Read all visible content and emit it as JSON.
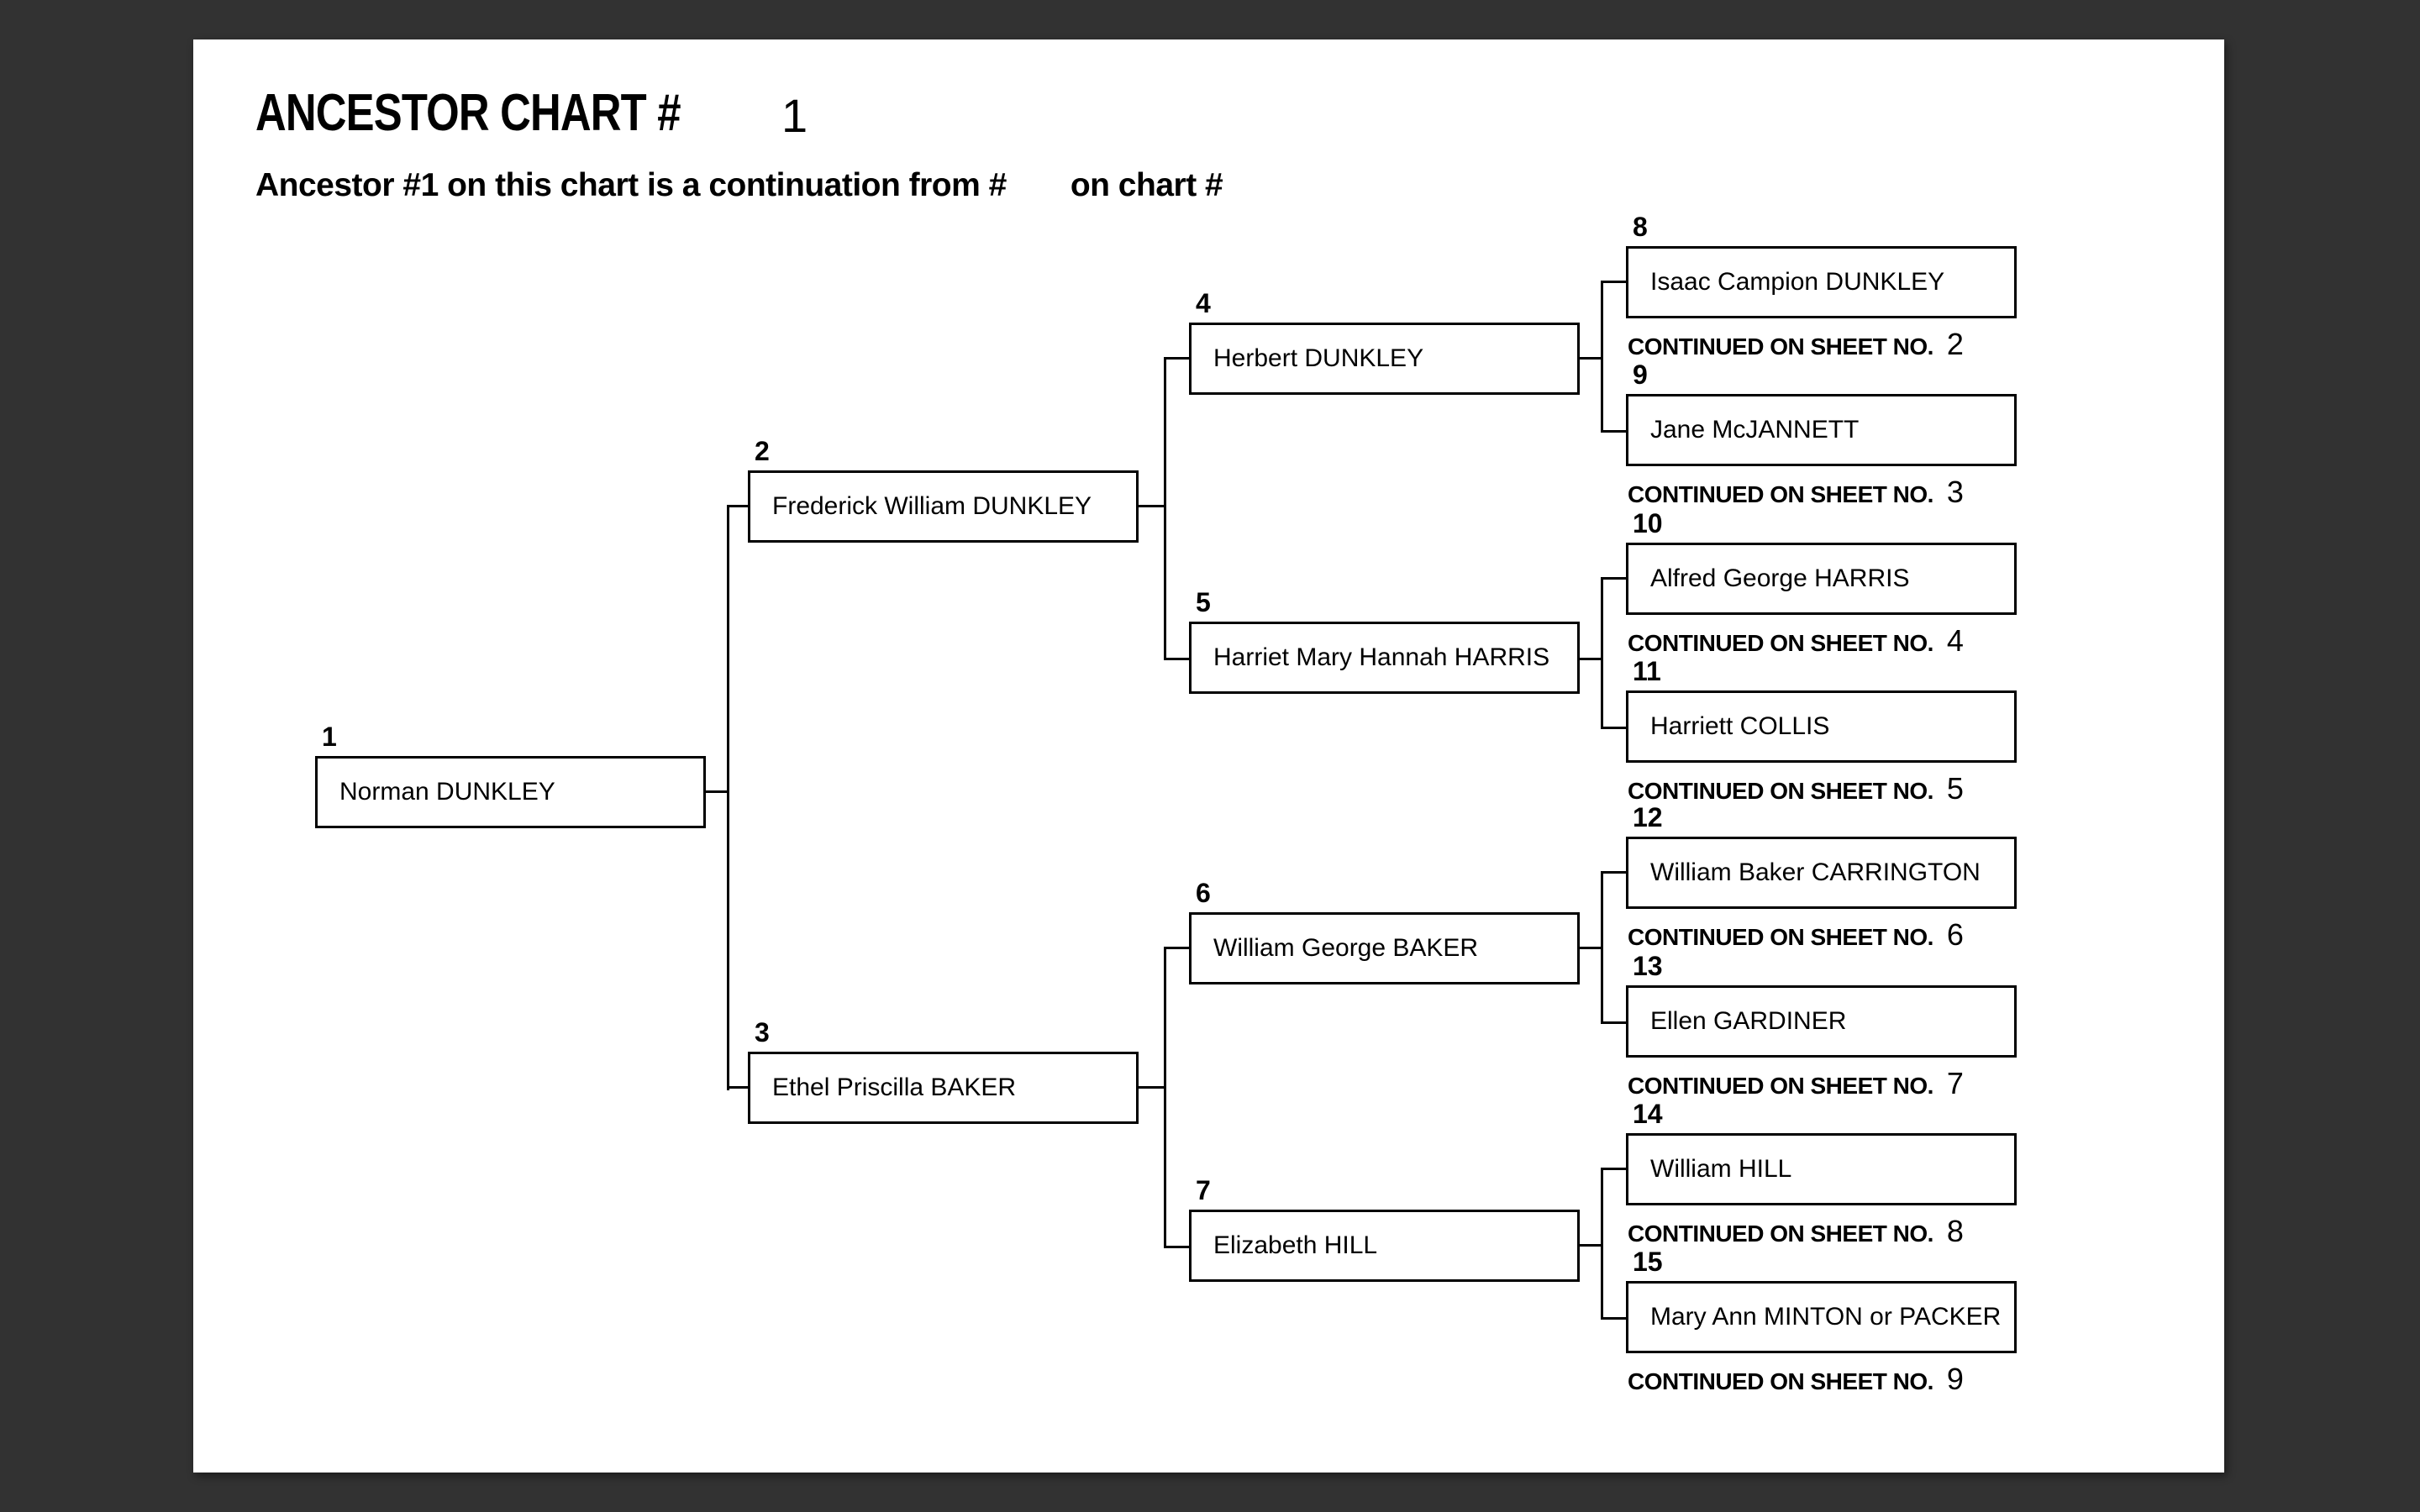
{
  "colors": {
    "backdrop": "#323232",
    "paper": "#ffffff",
    "ink": "#000000"
  },
  "header": {
    "title_label": "ANCESTOR CHART #",
    "chart_number": "1",
    "subtitle_before_gap": "Ancestor #1 on this chart is a continuation from #",
    "subtitle_after_gap": "on chart #"
  },
  "continued_label": "CONTINUED ON SHEET NO.",
  "persons": [
    {
      "number": "1",
      "name": "Norman DUNKLEY"
    },
    {
      "number": "2",
      "name": "Frederick William DUNKLEY"
    },
    {
      "number": "3",
      "name": "Ethel Priscilla BAKER"
    },
    {
      "number": "4",
      "name": "Herbert DUNKLEY"
    },
    {
      "number": "5",
      "name": "Harriet Mary Hannah HARRIS"
    },
    {
      "number": "6",
      "name": "William George BAKER"
    },
    {
      "number": "7",
      "name": "Elizabeth HILL"
    },
    {
      "number": "8",
      "name": "Isaac Campion DUNKLEY",
      "continued_sheet": "2"
    },
    {
      "number": "9",
      "name": "Jane McJANNETT",
      "continued_sheet": "3"
    },
    {
      "number": "10",
      "name": "Alfred George HARRIS",
      "continued_sheet": "4"
    },
    {
      "number": "11",
      "name": "Harriett COLLIS",
      "continued_sheet": "5"
    },
    {
      "number": "12",
      "name": "William Baker CARRINGTON",
      "continued_sheet": "6"
    },
    {
      "number": "13",
      "name": "Ellen GARDINER",
      "continued_sheet": "7"
    },
    {
      "number": "14",
      "name": "William HILL",
      "continued_sheet": "8"
    },
    {
      "number": "15",
      "name": "Mary Ann MINTON or PACKER",
      "continued_sheet": "9"
    }
  ]
}
